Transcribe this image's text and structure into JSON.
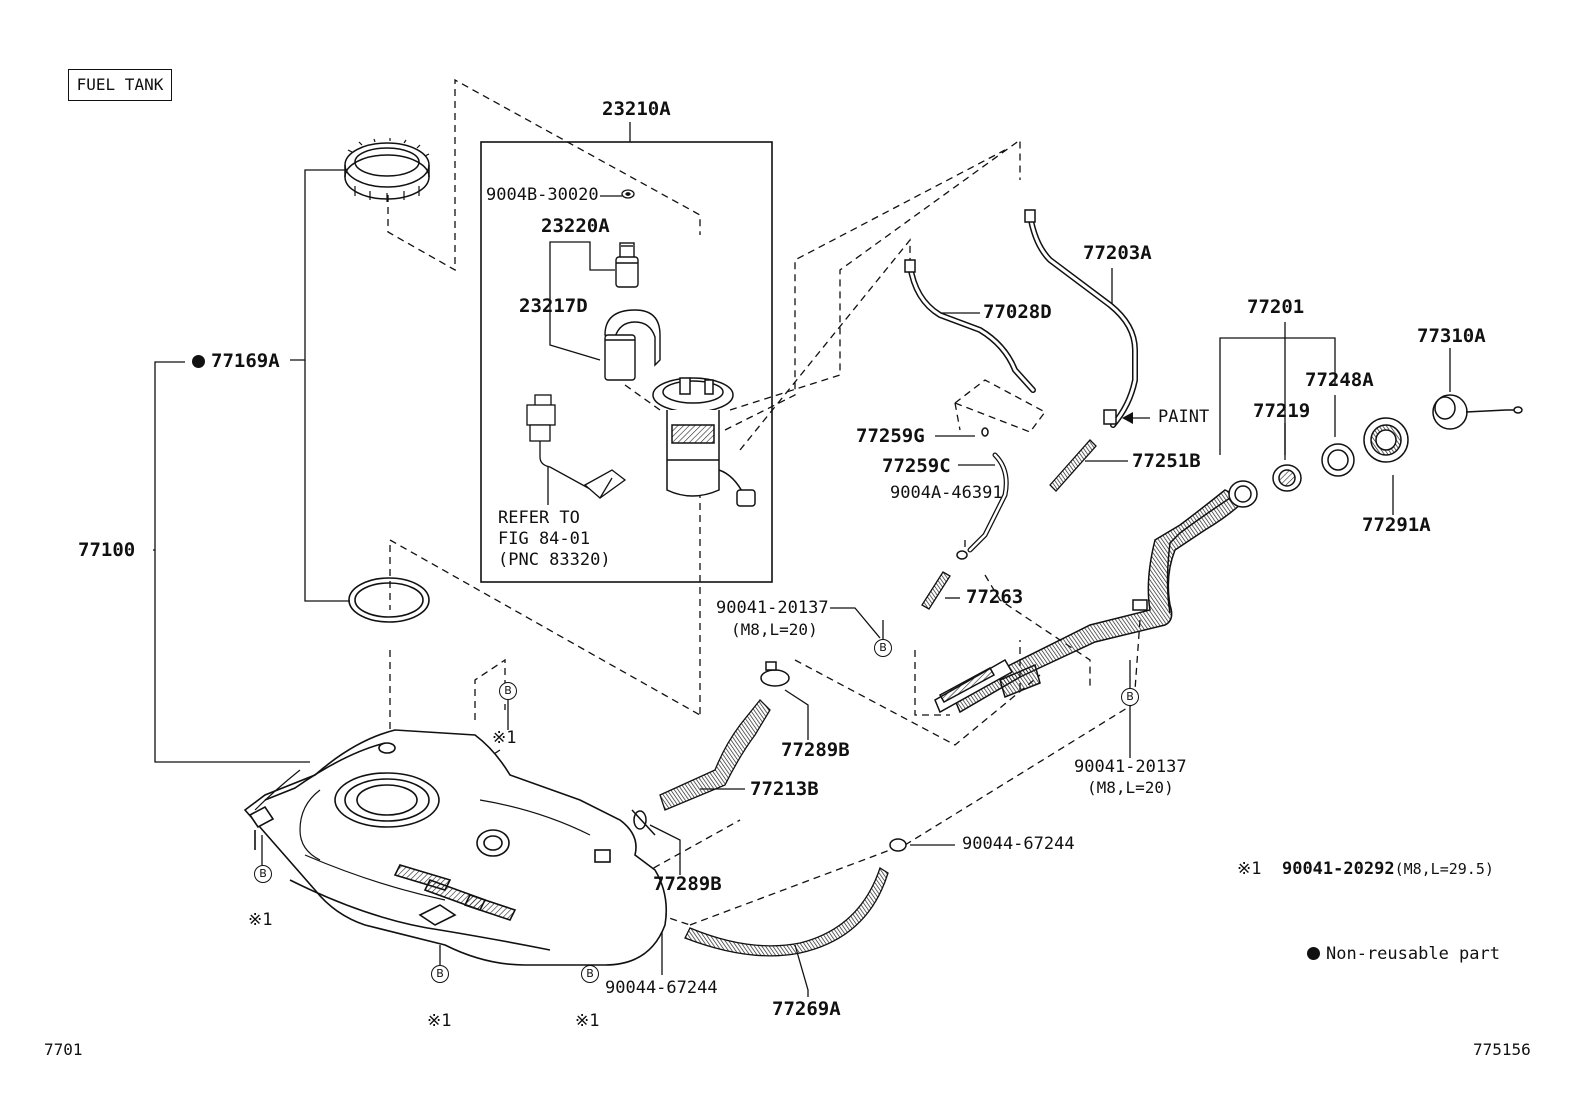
{
  "title": "FUEL TANK",
  "footer": {
    "left": "7701",
    "right": "775156"
  },
  "notes": {
    "ref_line1": "REFER TO",
    "ref_line2": "FIG 84-01",
    "ref_line3": "(PNC 83320)",
    "paint": "PAINT",
    "footnote_mark": "※1",
    "footnote_part": "90041-20292",
    "footnote_spec": "(M8,L=29.5)",
    "legend_text": "Non-reusable part"
  },
  "markers": {
    "b": "B",
    "mark": "※1"
  },
  "parts": {
    "p23210A": "23210A",
    "p9004B30020": "9004B-30020",
    "p23220A": "23220A",
    "p23217D": "23217D",
    "p77169A": "77169A",
    "p77100": "77100",
    "p77028D": "77028D",
    "p77203A": "77203A",
    "p77201": "77201",
    "p77310A": "77310A",
    "p77248A": "77248A",
    "p77219": "77219",
    "p77259G": "77259G",
    "p77259C": "77259C",
    "p9004A46391": "9004A-46391",
    "p77251B": "77251B",
    "p77291A": "77291A",
    "p77263": "77263",
    "p90041_20137_a": "90041-20137",
    "spec_a": "(M8,L=20)",
    "p90041_20137_b": "90041-20137",
    "spec_b": "(M8,L=20)",
    "p77289B_a": "77289B",
    "p77213B": "77213B",
    "p77289B_b": "77289B",
    "p90044_67244_a": "90044-67244",
    "p90044_67244_b": "90044-67244",
    "p77269A": "77269A"
  }
}
